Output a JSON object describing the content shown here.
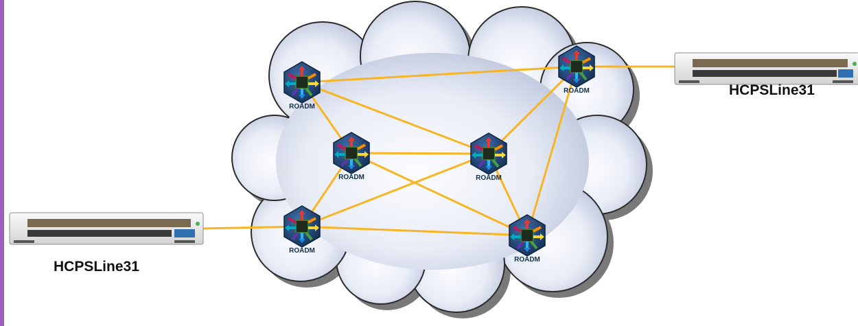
{
  "diagram": {
    "accent_color": "#9e62bd",
    "link_color": "#f7b524",
    "nodes": [
      {
        "id": "n1",
        "label": "ROADM",
        "icon": "roadm-icon"
      },
      {
        "id": "n2",
        "label": "ROADM",
        "icon": "roadm-icon"
      },
      {
        "id": "n3",
        "label": "ROADM",
        "icon": "roadm-icon"
      },
      {
        "id": "n4",
        "label": "ROADM",
        "icon": "roadm-icon"
      },
      {
        "id": "n5",
        "label": "ROADM",
        "icon": "roadm-icon"
      },
      {
        "id": "n6",
        "label": "ROADM",
        "icon": "roadm-icon"
      }
    ],
    "links": [
      [
        "n1",
        "n2"
      ],
      [
        "n1",
        "n3"
      ],
      [
        "n1",
        "n4"
      ],
      [
        "n2",
        "n3"
      ],
      [
        "n2",
        "n5"
      ],
      [
        "n2",
        "n6"
      ],
      [
        "n3",
        "n4"
      ],
      [
        "n3",
        "n5"
      ],
      [
        "n3",
        "n6"
      ],
      [
        "n4",
        "n6"
      ],
      [
        "n5",
        "n6"
      ],
      [
        "n4",
        "right-device"
      ],
      [
        "n5",
        "left-device"
      ]
    ],
    "devices": {
      "right": {
        "label": "HCPSLine31",
        "icon": "line-card-device-icon"
      },
      "left": {
        "label": "HCPSLine31",
        "icon": "line-card-device-icon"
      }
    }
  }
}
